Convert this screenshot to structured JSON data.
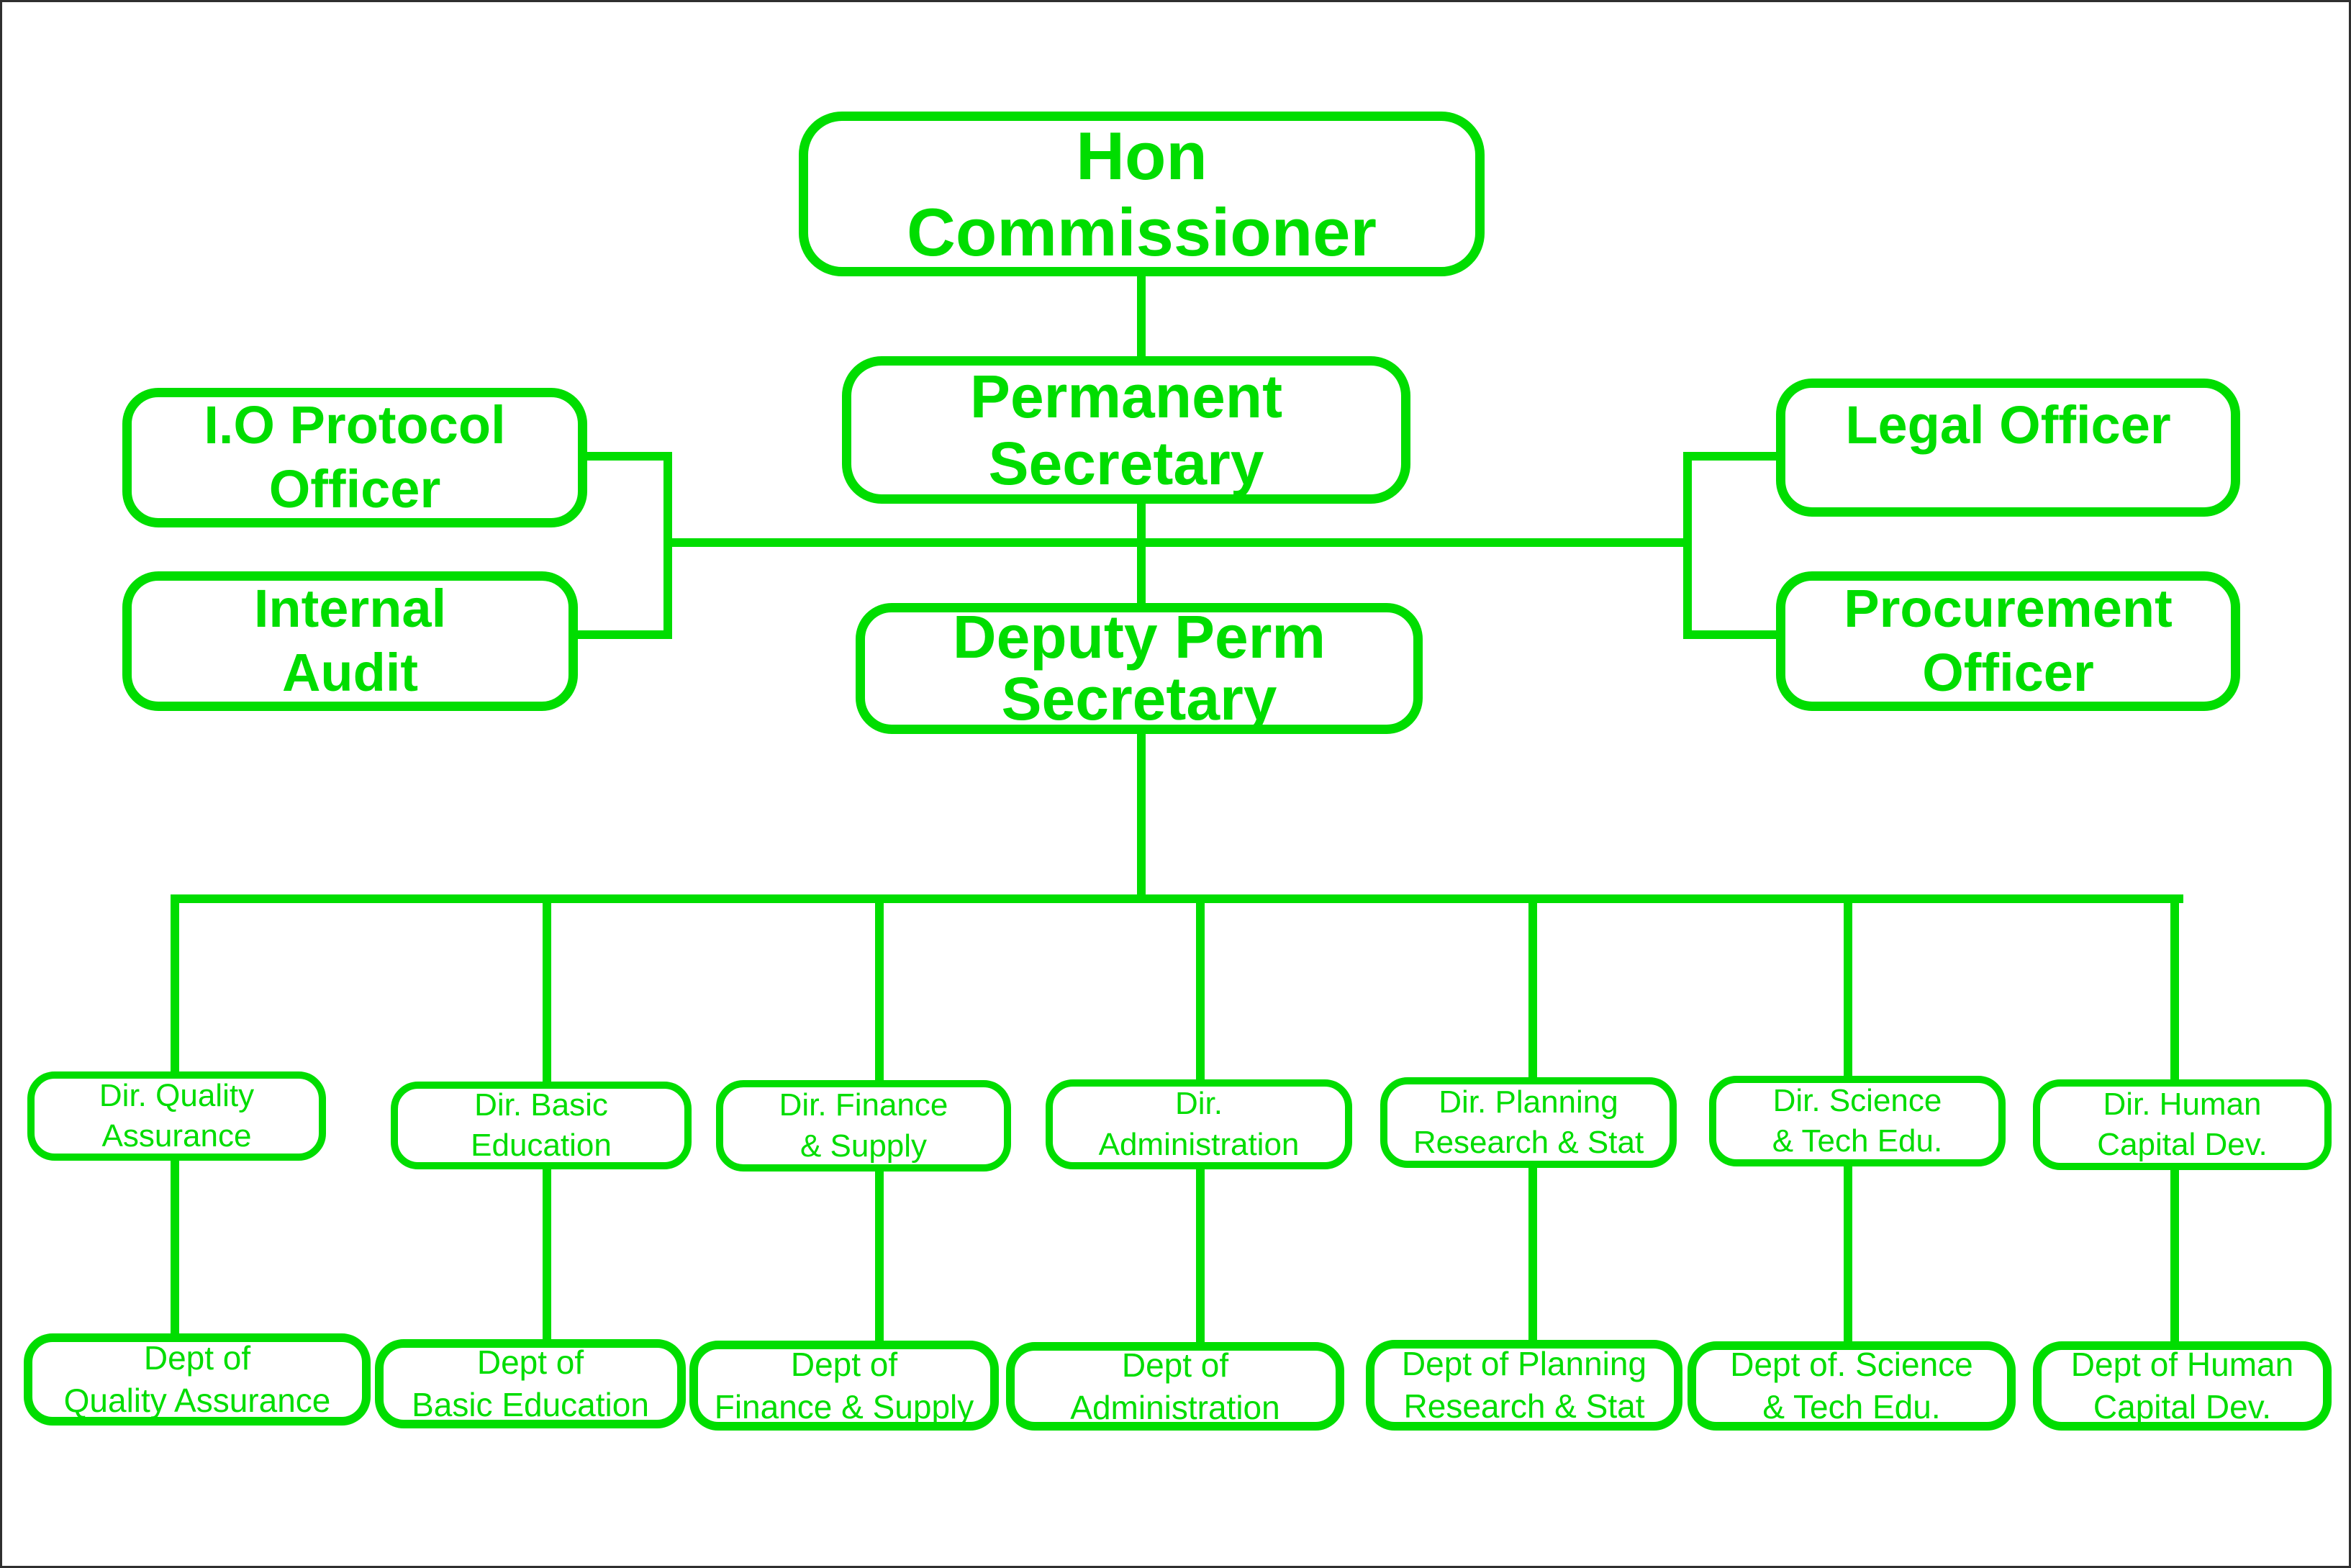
{
  "colors": {
    "line_green": "#00dd00",
    "background": "#ffffff",
    "page_border": "#2f2f2f"
  },
  "nodes": {
    "hon_commissioner": {
      "lines": [
        "Hon",
        "Commissioner"
      ]
    },
    "permanent_secretary": {
      "lines": [
        "Permanent",
        "Secretary"
      ]
    },
    "deputy_perm_secretary": {
      "lines": [
        "Deputy Perm",
        "Secretary"
      ]
    },
    "io_protocol_officer": {
      "lines": [
        "I.O Protocol",
        "Officer"
      ]
    },
    "internal_audit": {
      "lines": [
        "Internal",
        "Audit"
      ]
    },
    "legal_officer": {
      "lines": [
        "Legal Officer"
      ]
    },
    "procurement_officer": {
      "lines": [
        "Procurement",
        "Officer"
      ]
    },
    "dir_quality_assurance": {
      "lines": [
        "Dir. Quality",
        "Assurance"
      ]
    },
    "dir_basic_education": {
      "lines": [
        "Dir. Basic",
        "Education"
      ]
    },
    "dir_finance_supply": {
      "lines": [
        "Dir. Finance",
        "& Supply"
      ]
    },
    "dir_administration": {
      "lines": [
        "Dir.",
        "Administration"
      ]
    },
    "dir_planning_research": {
      "lines": [
        "Dir. Planning",
        "Research & Stat"
      ]
    },
    "dir_science_tech": {
      "lines": [
        "Dir. Science",
        "& Tech Edu."
      ]
    },
    "dir_human_capital": {
      "lines": [
        "Dir. Human",
        "Capital Dev."
      ]
    },
    "dept_quality_assurance": {
      "lines": [
        "Dept of",
        "Quality Assurance"
      ]
    },
    "dept_basic_education": {
      "lines": [
        "Dept of",
        "Basic Education"
      ]
    },
    "dept_finance_supply": {
      "lines": [
        "Dept of",
        "Finance & Supply"
      ]
    },
    "dept_administration": {
      "lines": [
        "Dept of",
        "Administration"
      ]
    },
    "dept_planning_research": {
      "lines": [
        "Dept of Planning",
        "Research & Stat"
      ]
    },
    "dept_science_tech": {
      "lines": [
        "Dept of. Science",
        "& Tech Edu."
      ]
    },
    "dept_human_capital": {
      "lines": [
        "Dept of Human",
        "Capital Dev."
      ]
    }
  }
}
